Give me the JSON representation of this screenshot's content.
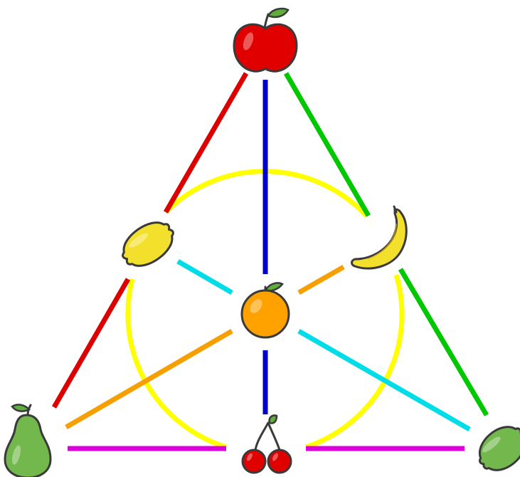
{
  "diagram": {
    "kind": "fano-plane",
    "nodes": [
      {
        "id": "apple",
        "icon": "apple-icon",
        "position": "top"
      },
      {
        "id": "lemon",
        "icon": "lemon-icon",
        "position": "left-middle"
      },
      {
        "id": "banana",
        "icon": "banana-icon",
        "position": "right-middle"
      },
      {
        "id": "orange",
        "icon": "orange-icon",
        "position": "center"
      },
      {
        "id": "pear",
        "icon": "pear-icon",
        "position": "bottom-left"
      },
      {
        "id": "cherries",
        "icon": "cherries-icon",
        "position": "bottom-middle"
      },
      {
        "id": "lime",
        "icon": "lime-icon",
        "position": "bottom-right"
      }
    ],
    "lines": [
      {
        "name": "left-side-line",
        "color": "#dd0000",
        "points": [
          "apple",
          "lemon",
          "pear"
        ]
      },
      {
        "name": "right-side-line",
        "color": "#00c800",
        "points": [
          "apple",
          "banana",
          "lime"
        ]
      },
      {
        "name": "vertical-median-line",
        "color": "#0000cc",
        "points": [
          "apple",
          "orange",
          "cherries"
        ]
      },
      {
        "name": "base-line",
        "color": "#dd00dd",
        "points": [
          "pear",
          "cherries",
          "lime"
        ]
      },
      {
        "name": "median-lemon-lime-line",
        "color": "#00dde8",
        "points": [
          "lemon",
          "orange",
          "lime"
        ]
      },
      {
        "name": "median-pear-banana-line",
        "color": "#f5a000",
        "points": [
          "pear",
          "orange",
          "banana"
        ]
      },
      {
        "name": "inscribed-circle",
        "color": "#ffff00",
        "points": [
          "lemon",
          "banana",
          "cherries"
        ]
      }
    ]
  }
}
